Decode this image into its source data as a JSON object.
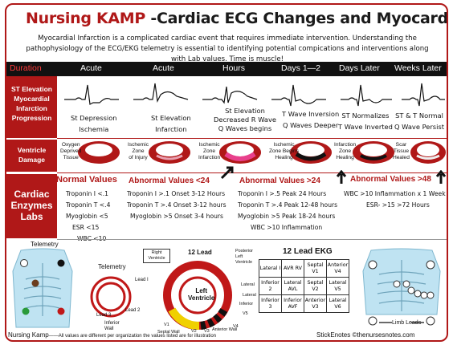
{
  "title": {
    "brand": "Nursing KAMP",
    "rest": "-Cardiac ECG Changes and Myocardial Infarction"
  },
  "intro": "Myocardial Infarction is a complicated cardiac event that requires immediate intervention. Understanding the pathophysiology of the ECG/EKG telemetry is essential to identifying potential compications and interventions along with Lab values. Time is muscle!",
  "duration": {
    "label": "Duration",
    "columns": [
      "Acute",
      "Acute",
      "Hours",
      "Days 1—2",
      "Days Later",
      "Weeks Later"
    ]
  },
  "sides": {
    "progression": [
      "ST Elevation",
      "Myocardial",
      "Infarction",
      "Progression"
    ],
    "damage": [
      "Ventricle",
      "Damage"
    ],
    "enzymes": [
      "Cardiac",
      "Enzymes",
      "Labs"
    ]
  },
  "st_labels": [
    [
      "St Depression",
      "Ischemia"
    ],
    [
      "St Elevation",
      "Infarction"
    ],
    [
      "St Elevation",
      "Decreased R Wave",
      "Q Waves begins"
    ],
    [
      "T Wave Inversion",
      "Q Waves Deeper"
    ],
    [
      "ST Normalizes",
      "T Wave Inverted"
    ],
    [
      "ST & T Normal",
      "Q Wave Persist"
    ]
  ],
  "damage_labels": [
    [
      "Oxygen",
      "Deprived",
      "Tissue"
    ],
    [
      "Ischemic",
      "Zone",
      "of Injury"
    ],
    [
      "Ischemic",
      "Zone",
      "Infarction"
    ],
    [
      "Ischemic",
      "Zone Begins",
      "Healing"
    ],
    [
      "Infarction",
      "Zone",
      "Healing"
    ],
    [
      "Scar",
      "Tissue",
      "Healed"
    ]
  ],
  "labs": {
    "normal": {
      "header": "Normal Values",
      "items": [
        "Troponin I <.1",
        "Troponin T <.4",
        "Myoglobin <5",
        "ESR <15",
        "WBC <10"
      ]
    },
    "abn24": {
      "header": "Abnormal Values <24",
      "items": [
        "Troponin I >.1 Onset 3-12 Hours",
        "Troponin T >.4 Onset 3-12 hours",
        "Myoglobin >5 Onset 3-4 hours"
      ]
    },
    "abn24b": {
      "header": "Abnormal Values >24",
      "items": [
        "Troponin I >.5 Peak 24 Hours",
        "Troponin T >.4 Peak 12-48 hours",
        "Myoglobin >5 Peak 18-24 hours",
        "WBC >10 Inflammation"
      ]
    },
    "abn48": {
      "header": "Abnormal Values >48",
      "items": [
        "WBC >10 Inflammation x 1 Week",
        "ESR- >15 >72 Hours"
      ]
    }
  },
  "telemetry": {
    "title": "Telemetry",
    "sub": "Telemetry",
    "leads": [
      "Lead I",
      "Lead 2",
      "Lead 3",
      "Inferior Wall"
    ]
  },
  "lead12": {
    "title": "12 Lead",
    "right_ventricle": "Right Ventricle",
    "left_ventricle": [
      "Left",
      "Ventricle"
    ],
    "labels": [
      "Posterior Left Ventricle",
      "Lateral",
      "Lateral",
      "Inferior",
      "V5",
      "V4",
      "Anterior Wall",
      "V3",
      "V2",
      "Septal Wall",
      "V1"
    ]
  },
  "ekg_table": {
    "title": "12 Lead EKG",
    "rows": [
      [
        "Lateral I",
        "AVR RV",
        "Septal V1",
        "Anterior V4"
      ],
      [
        "Inferior 2",
        "Lateral AVL",
        "Septal V2",
        "Lateral V5"
      ],
      [
        "Inferior 3",
        "Inferior AVF",
        "Anterior V3",
        "Lateral V6"
      ]
    ]
  },
  "limb_leads": "Limb Leads",
  "footer": {
    "left": "Nursing Kamp",
    "note": "All values are different per organization the values listed are for illustration",
    "right": "StickEnotes ©thenursesnotes.com"
  },
  "colors": {
    "brand_red": "#b01818",
    "bar_black": "#111111"
  }
}
